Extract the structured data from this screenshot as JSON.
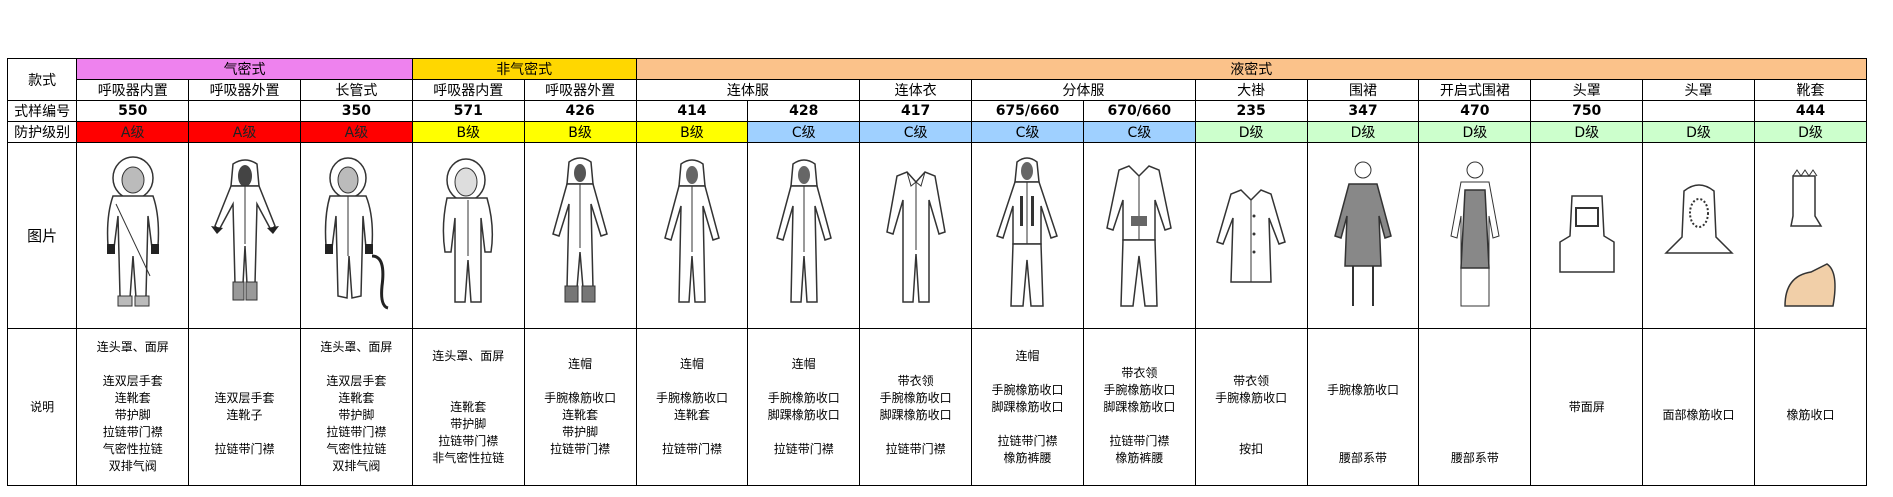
{
  "row_headers": {
    "category": "款式",
    "style_number": "式样编号",
    "protection_level": "防护级别",
    "picture": "图片",
    "description": "说明"
  },
  "categories": [
    {
      "label": "气密式",
      "color": "#ee82ee"
    },
    {
      "label": "非气密式",
      "color": "#ffd700"
    },
    {
      "label": "液密式",
      "color": "#fbc28a"
    }
  ],
  "subtypes": [
    "呼吸器内置",
    "呼吸器外置",
    "长管式",
    "呼吸器内置",
    "呼吸器外置",
    "连体服",
    "连体衣",
    "分体服",
    "大褂",
    "围裙",
    "开启式围裙",
    "头罩",
    "头罩",
    "靴套"
  ],
  "columns": [
    {
      "number": "550",
      "level": "A级",
      "level_color": "#ff0000",
      "picture": "suit-hood-mask-icon",
      "description": [
        "连头罩、面屏",
        "",
        "连双层手套",
        "连靴套",
        "带护脚",
        "拉链带门襟",
        "气密性拉链",
        "双排气阀"
      ]
    },
    {
      "number": "",
      "level": "A级",
      "level_color": "#ff0000",
      "picture": "suit-external-breather-icon",
      "description": [
        "",
        "",
        "连双层手套",
        "连靴子",
        "",
        "拉链带门襟"
      ]
    },
    {
      "number": "350",
      "level": "A级",
      "level_color": "#ff0000",
      "picture": "suit-air-hose-icon",
      "description": [
        "连头罩、面屏",
        "",
        "连双层手套",
        "连靴套",
        "带护脚",
        "拉链带门襟",
        "气密性拉链",
        "双排气阀"
      ]
    },
    {
      "number": "571",
      "level": "B级",
      "level_color": "#ffff00",
      "picture": "suit-hood-mask-icon",
      "description": [
        "连头罩、面屏",
        "",
        "",
        "连靴套",
        "带护脚",
        "拉链带门襟",
        "非气密性拉链"
      ]
    },
    {
      "number": "426",
      "level": "B级",
      "level_color": "#ffff00",
      "picture": "coverall-hood-boots-icon",
      "description": [
        "连帽",
        "",
        "手腕橡筋收口",
        "连靴套",
        "带护脚",
        "拉链带门襟"
      ]
    },
    {
      "number": "414",
      "level": "B级",
      "level_color": "#ffff00",
      "picture": "coverall-hood-icon",
      "description": [
        "连帽",
        "",
        "手腕橡筋收口",
        "连靴套",
        "",
        "拉链带门襟"
      ]
    },
    {
      "number": "428",
      "level": "C级",
      "level_color": "#9fd0ff",
      "picture": "coverall-hood-icon",
      "description": [
        "连帽",
        "",
        "手腕橡筋收口",
        "脚踝橡筋收口",
        "",
        "拉链带门襟"
      ]
    },
    {
      "number": "417",
      "level": "C级",
      "level_color": "#9fd0ff",
      "picture": "coverall-collar-icon",
      "description": [
        "",
        "带衣领",
        "手腕橡筋收口",
        "脚踝橡筋收口",
        "",
        "拉链带门襟"
      ]
    },
    {
      "number": "675/660",
      "level": "C级",
      "level_color": "#9fd0ff",
      "picture": "two-piece-hood-icon",
      "description": [
        "连帽",
        "",
        "手腕橡筋收口",
        "脚踝橡筋收口",
        "",
        "拉链带门襟",
        "橡筋裤腰"
      ]
    },
    {
      "number": "670/660",
      "level": "C级",
      "level_color": "#9fd0ff",
      "picture": "two-piece-collar-icon",
      "description": [
        "",
        "带衣领",
        "手腕橡筋收口",
        "脚踝橡筋收口",
        "",
        "拉链带门襟",
        "橡筋裤腰"
      ]
    },
    {
      "number": "235",
      "level": "D级",
      "level_color": "#ccffcc",
      "picture": "lab-coat-icon",
      "description": [
        "",
        "带衣领",
        "手腕橡筋收口",
        "",
        "",
        "按扣"
      ]
    },
    {
      "number": "347",
      "level": "D级",
      "level_color": "#ccffcc",
      "picture": "sleeved-apron-icon",
      "description": [
        "",
        "",
        "手腕橡筋收口",
        "",
        "",
        "",
        "腰部系带"
      ]
    },
    {
      "number": "470",
      "level": "D级",
      "level_color": "#ccffcc",
      "picture": "open-apron-icon",
      "description": [
        "",
        "",
        "",
        "",
        "",
        "",
        "腰部系带"
      ]
    },
    {
      "number": "750",
      "level": "D级",
      "level_color": "#ccffcc",
      "picture": "hood-face-shield-icon",
      "description": [
        "带面屏"
      ]
    },
    {
      "number": "",
      "level": "D级",
      "level_color": "#ccffcc",
      "picture": "hood-elastic-icon",
      "description": [
        "",
        "面部橡筋收口"
      ]
    },
    {
      "number": "444",
      "level": "D级",
      "level_color": "#ccffcc",
      "picture": "boot-cover-icon",
      "description": [
        "",
        "橡筋收口"
      ]
    }
  ]
}
